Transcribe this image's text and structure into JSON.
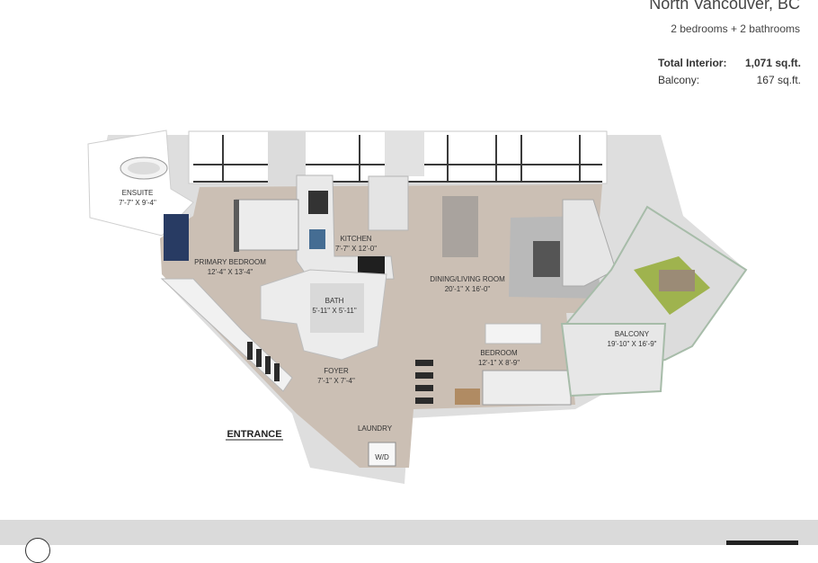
{
  "header": {
    "city": "North Vancouver, BC",
    "subtitle": "2 bedrooms + 2 bathrooms"
  },
  "areas": {
    "interior_label": "Total Interior:",
    "interior_value": "1,071 sq.ft.",
    "balcony_label": "Balcony:",
    "balcony_value": "167 sq.ft."
  },
  "rooms": {
    "ensuite": {
      "name": "ENSUITE",
      "dim": "7'-7\" X 9'-4\""
    },
    "primary_bedroom": {
      "name": "PRIMARY BEDROOM",
      "dim": "12'-4\" X 13'-4\""
    },
    "kitchen": {
      "name": "KITCHEN",
      "dim": "7'-7\" X 12'-0\""
    },
    "bath": {
      "name": "BATH",
      "dim": "5'-11\" X 5'-11\""
    },
    "dining_living": {
      "name": "DINING/LIVING ROOM",
      "dim": "20'-1\" X 16'-0\""
    },
    "balcony": {
      "name": "BALCONY",
      "dim": "19'-10\" X 16'-9\""
    },
    "bedroom": {
      "name": "BEDROOM",
      "dim": "12'-1\" X 8'-9\""
    },
    "foyer": {
      "name": "FOYER",
      "dim": "7'-1\" X 7'-4\""
    },
    "laundry": {
      "name": "LAUNDRY"
    },
    "wd": {
      "name": "W/D"
    }
  },
  "entrance_label": "ENTRANCE",
  "colors": {
    "floor": "#cbbfb4",
    "wall": "#ffffff",
    "wall_shadow": "#d6d6d6",
    "window_frame": "#3a3a3a",
    "rug": "#b9b9b9",
    "footer": "#dadada"
  }
}
